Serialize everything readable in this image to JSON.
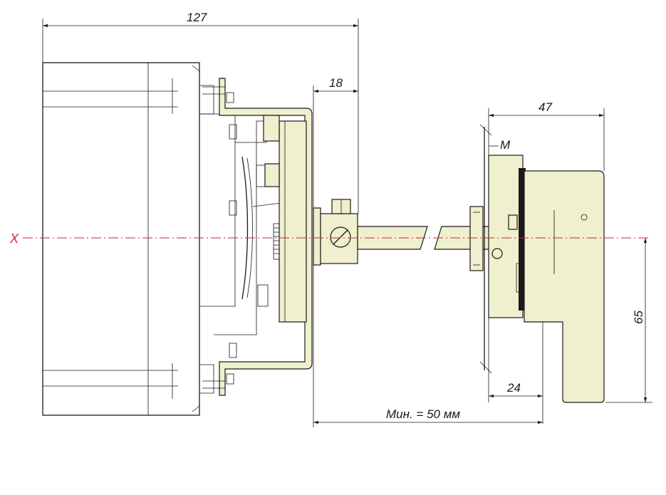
{
  "colors": {
    "part_fill": "#f0efce",
    "line": "#1a1a1a",
    "axis": "#d8232a",
    "background": "#ffffff"
  },
  "dimensions": {
    "overall_length": "127",
    "flange_depth": "18",
    "handle_width": "47",
    "mount_label": "M",
    "handle_height": "65",
    "handle_base": "24",
    "min_shaft": "Мин. = 50 мм"
  },
  "axis": {
    "label": "X"
  }
}
